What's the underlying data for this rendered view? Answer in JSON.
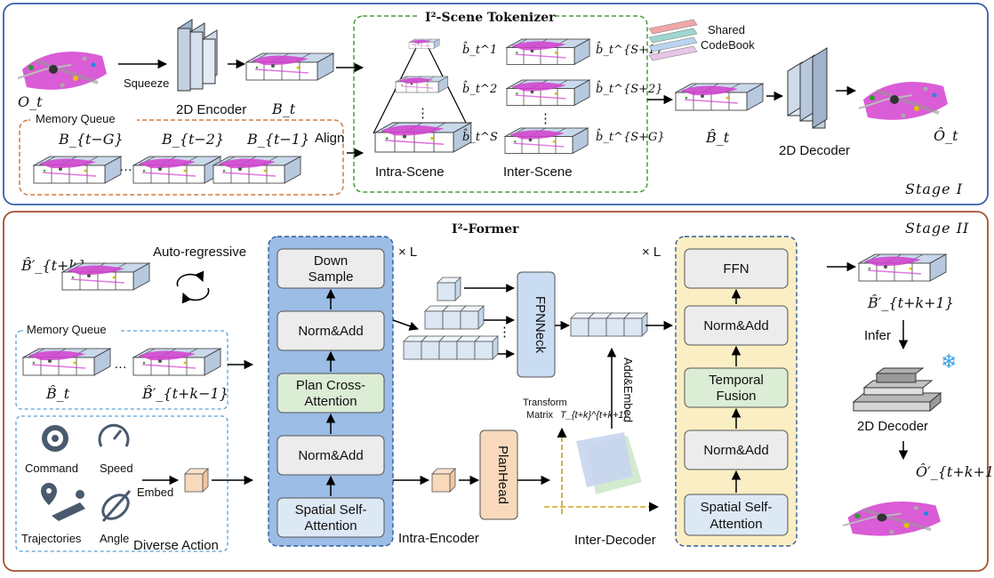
{
  "stage1": {
    "label": "Stage I",
    "input": "O_t",
    "squeeze": "Squeeze",
    "encoder": "2D Encoder",
    "bev": "B_t",
    "memory_queue": "Memory Queue",
    "mq_items": [
      "B_{t−G}",
      "…",
      "B_{t−2}",
      "B_{t−1}"
    ],
    "align": "Align",
    "tokenizer_title": "I²-Scene Tokenizer",
    "intra_scene": "Intra-Scene",
    "inter_scene": "Inter-Scene",
    "intra_tokens": [
      "b̂_t^1",
      "b̂_t^2",
      "⋮",
      "b̂_t^S"
    ],
    "inter_tokens": [
      "b̂_t^{S+1}",
      "b̂_t^{S+2}",
      "⋮",
      "b̂_t^{S+G}"
    ],
    "codebook": [
      "Shared",
      "CodeBook"
    ],
    "bhat": "B̂_t",
    "decoder": "2D Decoder",
    "output": "Ô_t"
  },
  "stage2": {
    "label": "Stage II",
    "former_title": "I²-Former",
    "bhat_next": "B̂′_{t+k}",
    "autoregressive": "Auto-regressive",
    "memory_queue": "Memory Queue",
    "mq_items": [
      "B̂_t",
      "…",
      "B̂′_{t+k−1}"
    ],
    "actions": [
      "Command",
      "Speed",
      "Trajectories",
      "Angle"
    ],
    "diverse_action": "Diverse Action",
    "embed": "Embed",
    "times_l": "× L",
    "encoder_blocks": [
      "Down Sample",
      "Norm&Add",
      "Plan Cross-Attention",
      "Norm&Add",
      "Spatial Self-Attention"
    ],
    "intra_encoder": "Intra-Encoder",
    "fpn": "FPNNeck",
    "planhead": "PlanHead",
    "add_embed": "Add&Embed",
    "transform": [
      "Transform",
      "Matrix"
    ],
    "transform_sym": "T_{t+k}^{t+k+1}",
    "inter_decoder": "Inter-Decoder",
    "decoder_blocks": [
      "FFN",
      "Norm&Add",
      "Temporal Fusion",
      "Norm&Add",
      "Spatial Self-Attention"
    ],
    "bhat_out": "B̂′_{t+k+1}",
    "infer": "Infer",
    "decoder": "2D Decoder",
    "output": "Ô′_{t+k+1}"
  },
  "colors": {
    "stage1_border": "#3a5fa8",
    "stage2_border": "#a0522d",
    "encoder_bg": "#9bbde6",
    "decoder_bg": "#fbeec4",
    "block_gray": "#ececec",
    "block_green": "#dcedd5",
    "block_blue": "#dde8f5",
    "cube": "#dbe7f3",
    "lidar": "#d43fcf"
  }
}
